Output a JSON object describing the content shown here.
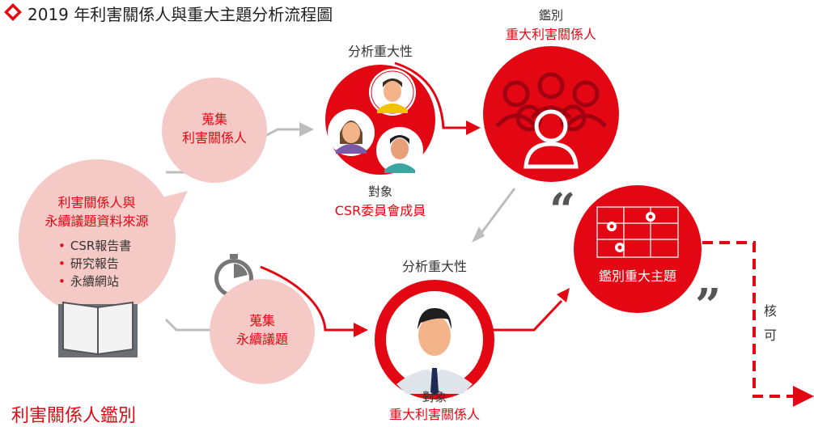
{
  "title": "2019 年利害關係人與重大主題分析流程圖",
  "source": {
    "heading_line1": "利害關係人與",
    "heading_line2": "永續議題資料來源",
    "items": [
      "CSR報告書",
      "研究報告",
      "永續網站"
    ]
  },
  "collect_stakeholders": {
    "line1": "蒐集",
    "line2": "利害關係人"
  },
  "collect_issues": {
    "line1": "蒐集",
    "line2": "永續議題"
  },
  "analysis_top": {
    "label": "分析重大性",
    "target_label": "對象",
    "target_value": "CSR委員會成員"
  },
  "identify_stakeholders": {
    "line1": "鑑別",
    "line2": "重大利害關係人"
  },
  "analysis_bottom": {
    "label": "分析重大性",
    "target_label": "對象",
    "target_value": "重大利害關係人"
  },
  "identify_topics": {
    "label": "鑑別重大主題"
  },
  "approve": {
    "line1": "核",
    "line2": "可"
  },
  "section_title": "利害關係人鑑別",
  "colors": {
    "red": "#e30613",
    "pink": "#f5c9c5",
    "gray": "#bdbdbd",
    "text": "#333333"
  }
}
